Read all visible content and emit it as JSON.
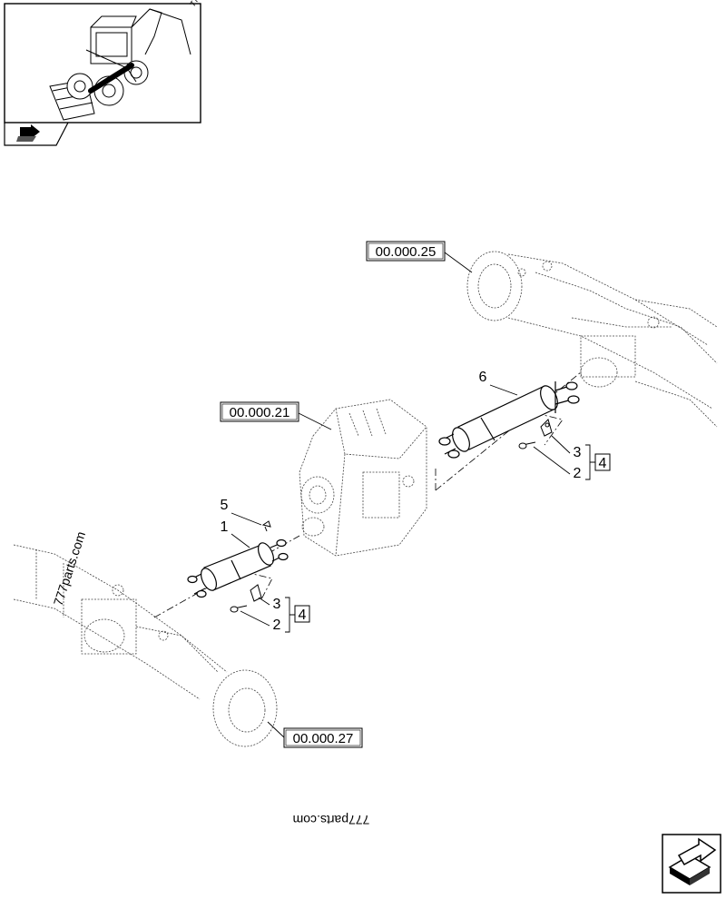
{
  "thumbnail": {
    "corner_text": "77"
  },
  "references": [
    {
      "id": "ref-00-000-25",
      "label": "00.000.25"
    },
    {
      "id": "ref-00-000-21",
      "label": "00.000.21"
    },
    {
      "id": "ref-00-000-27",
      "label": "00.000.27"
    }
  ],
  "callouts": {
    "p6": "6",
    "p5": "5",
    "p1": "1",
    "rear_p3": "3",
    "rear_p2": "2",
    "rear_p4": "4",
    "front_p3": "3",
    "front_p2": "2",
    "front_p4": "4"
  },
  "watermarks": {
    "side": "777parts.com",
    "bottom": "777parts.com"
  }
}
